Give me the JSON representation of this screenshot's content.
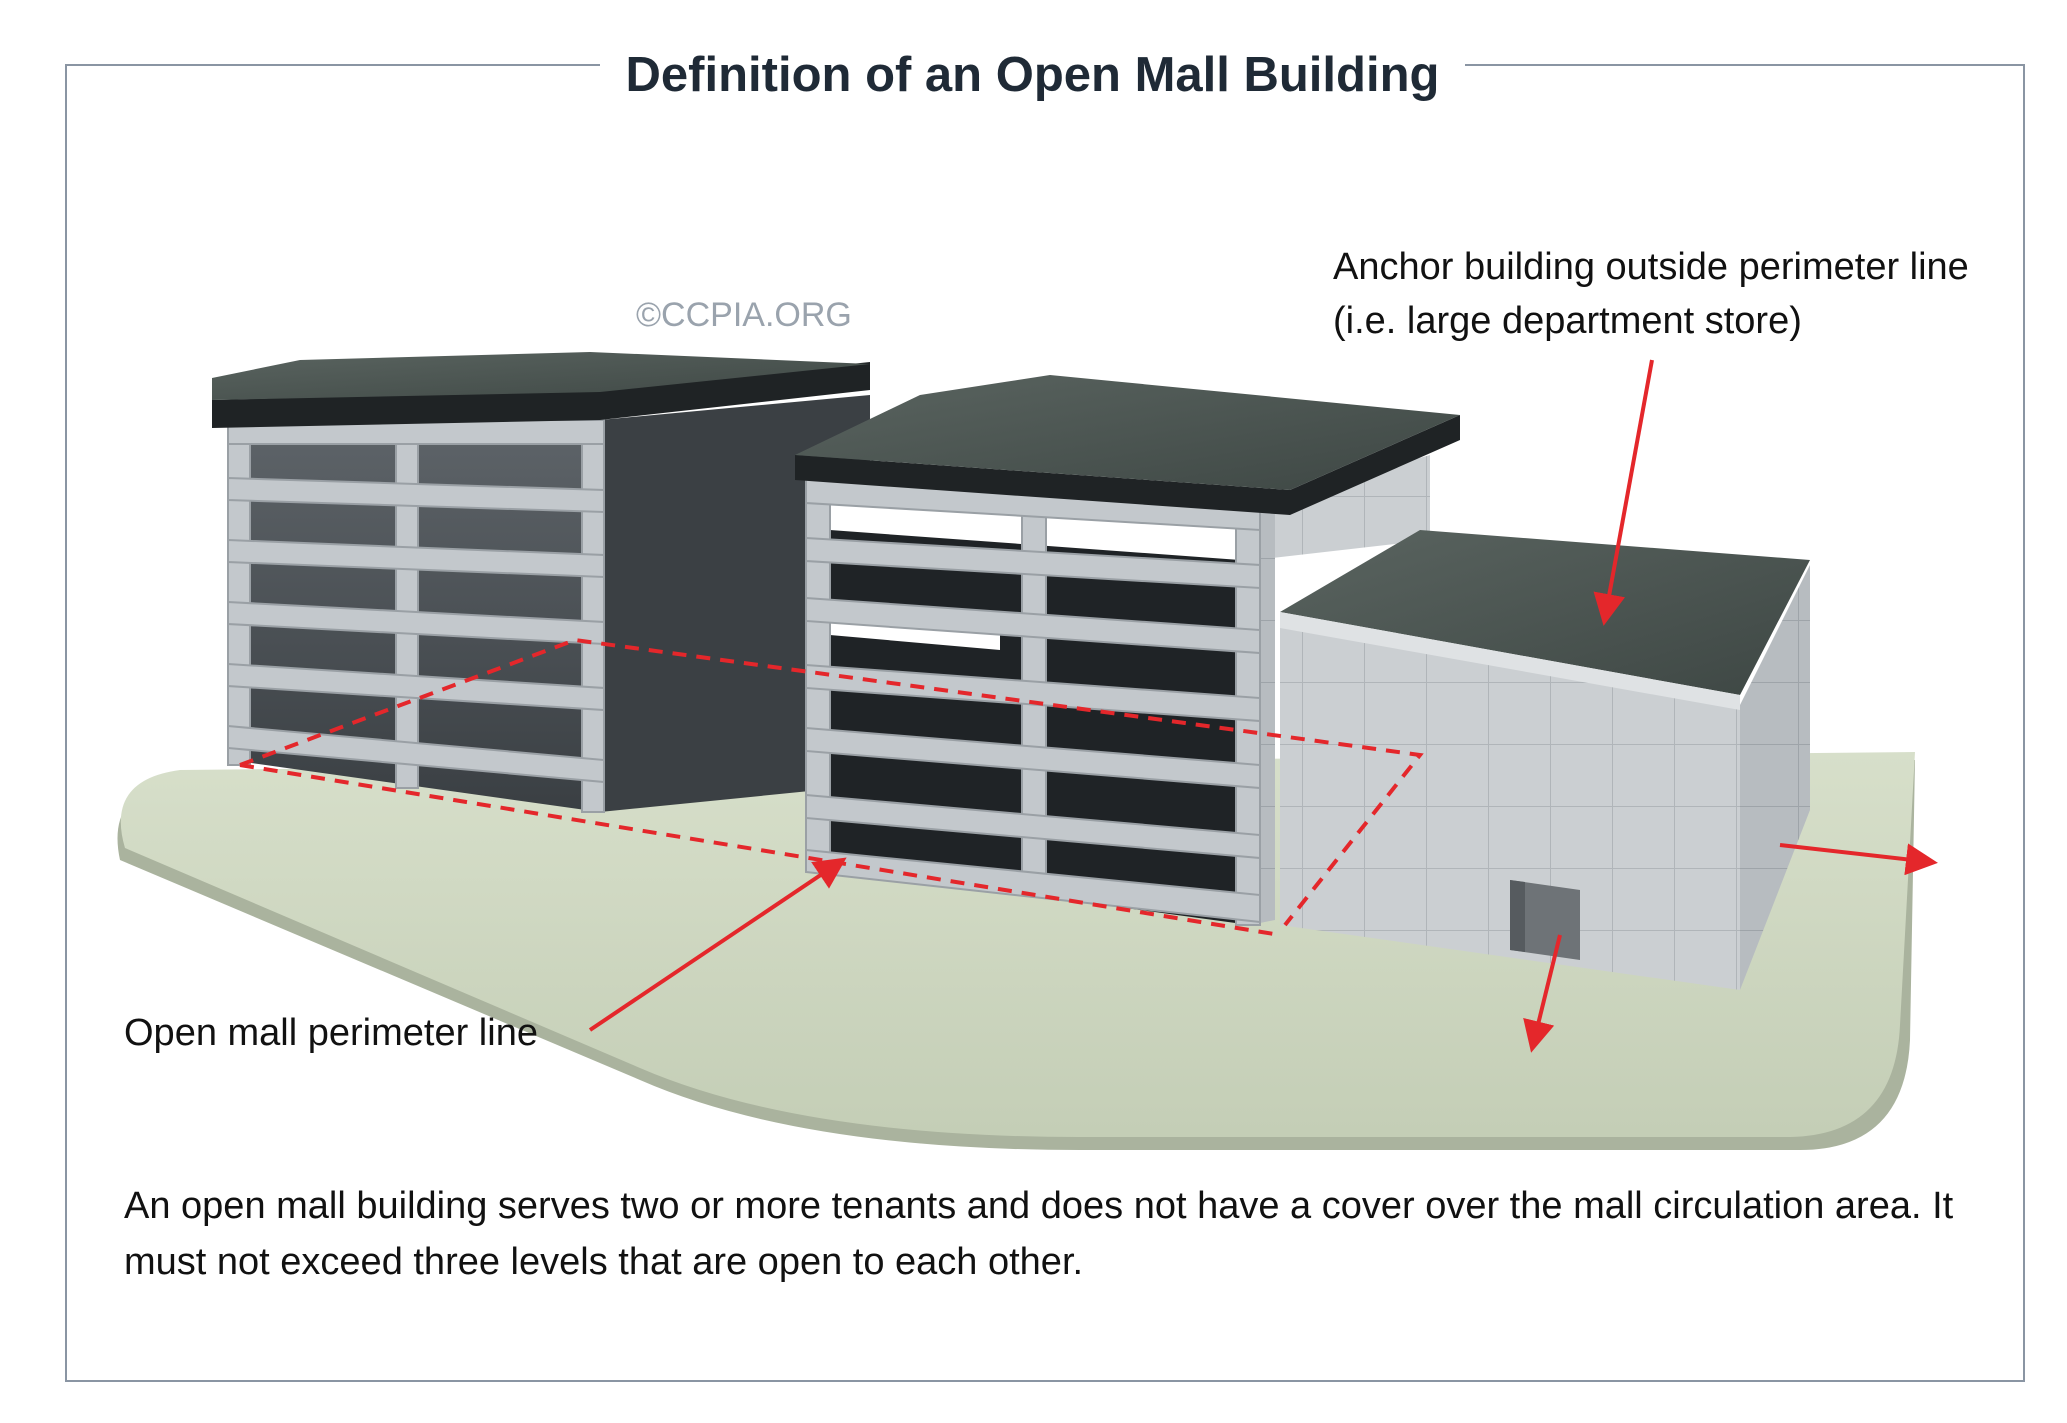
{
  "title": "Definition of an Open Mall Building",
  "watermark": "©CCPIA.ORG",
  "labels": {
    "anchor_line1": "Anchor building outside perimeter line",
    "anchor_line2": "(i.e. large department store)",
    "perimeter": "Open mall perimeter line"
  },
  "caption": "An open mall building serves two or more tenants and does not have a cover over the mall circulation area. It must not exceed three levels that are open to each other.",
  "colors": {
    "annotation_red": "#e4272b",
    "roof": "#4a5450",
    "concrete": "#c9cdd0",
    "ground": "#cfd8c2",
    "frame": "#8a95a3"
  }
}
